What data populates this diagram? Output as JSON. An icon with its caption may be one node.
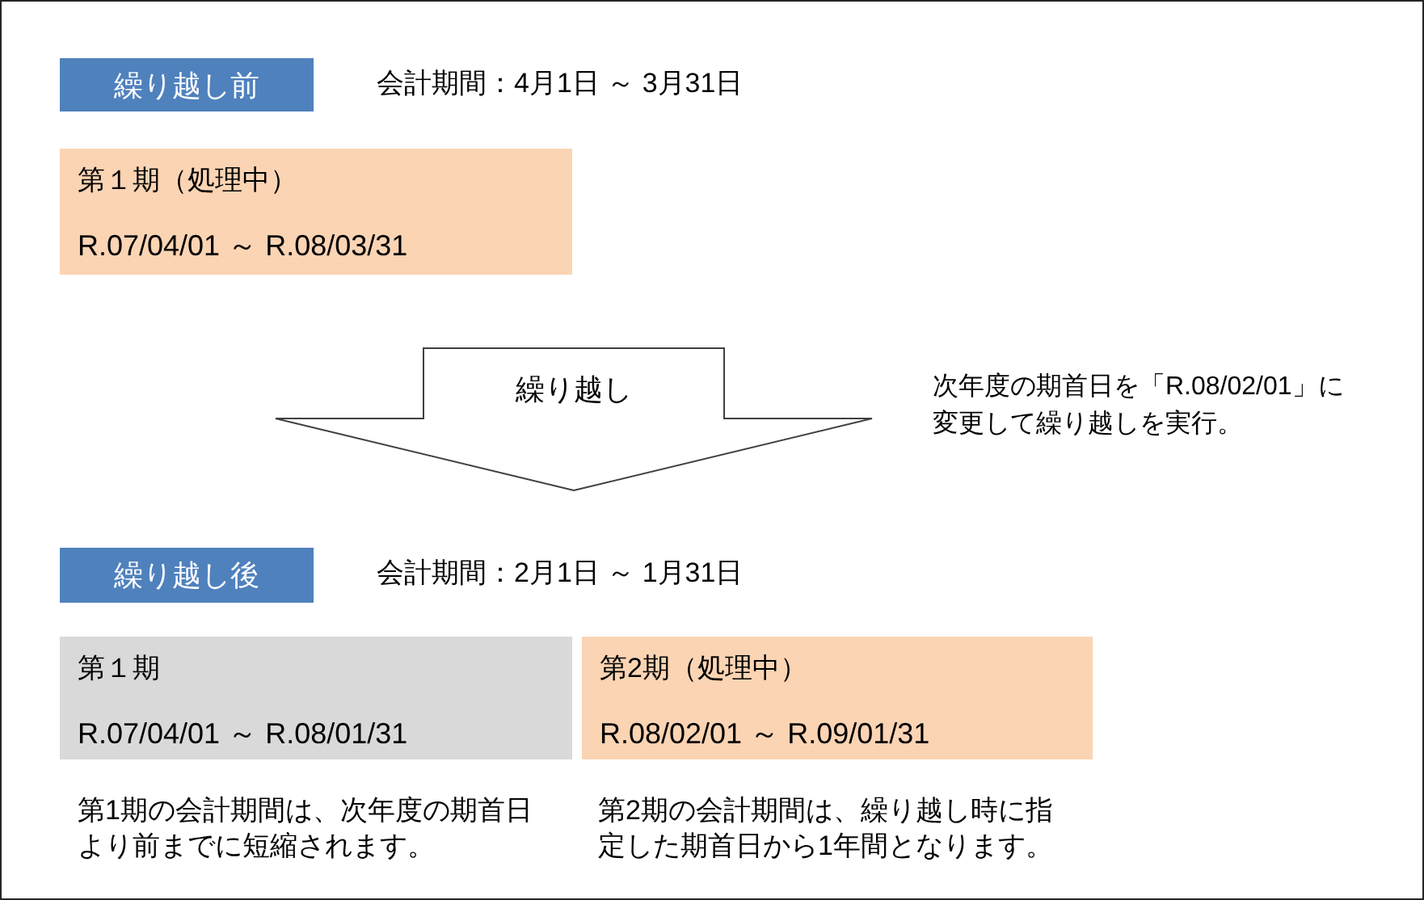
{
  "diagram": {
    "nodes": [
      {
        "text": [
          "繰り越し前"
        ],
        "beside": [
          "会計期間：4月1日 ～ 3月31日"
        ]
      },
      {
        "text": [
          "第１期（処理中）",
          "R.07/04/01 ～ R.08/03/31"
        ]
      },
      {
        "text": [
          "繰り越し"
        ],
        "beside": [
          "次年度の期首日を「R.08/02/01」に変更して繰り越しを実行。"
        ]
      },
      {
        "text": [
          "繰り越し後"
        ],
        "beside": [
          "会計期間：2月1日 ～ 1月31日"
        ]
      },
      {
        "text": [
          "第１期",
          "R.07/04/01 ～ R.08/01/31"
        ],
        "beside": [
          "第1期の会計期間は、次年度の期首日より前までに短縮されます。"
        ]
      },
      {
        "text": [
          "第2期（処理中）",
          "R.08/02/01 ～ R.09/01/31"
        ],
        "beside": [
          "第2期の会計期間は、繰り越し時に指定した期首日から1年間となります。"
        ]
      }
    ]
  }
}
